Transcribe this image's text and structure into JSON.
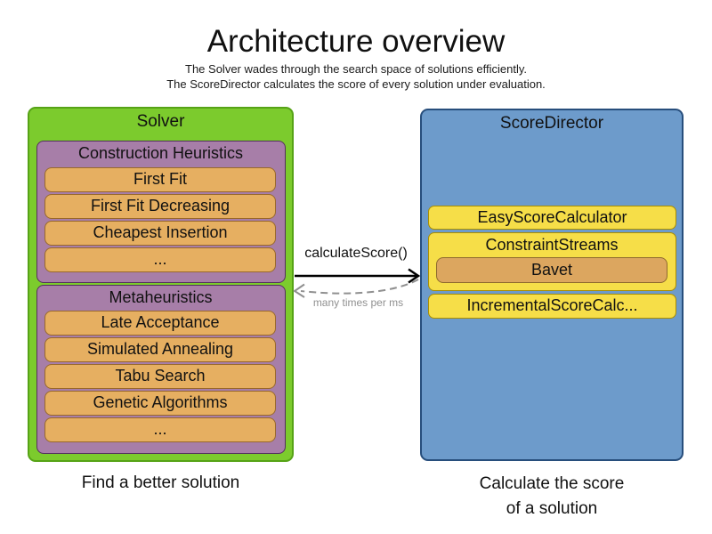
{
  "title": "Architecture overview",
  "subtitle": [
    "The Solver wades through the search space of solutions efficiently.",
    "The ScoreDirector calculates the score of every solution under evaluation."
  ],
  "solver": {
    "label": "Solver",
    "caption": "Find a better solution",
    "construction_heuristics": {
      "label": "Construction Heuristics",
      "items": [
        "First Fit",
        "First Fit Decreasing",
        "Cheapest Insertion",
        "..."
      ]
    },
    "metaheuristics": {
      "label": "Metaheuristics",
      "items": [
        "Late Acceptance",
        "Simulated Annealing",
        "Tabu Search",
        "Genetic Algorithms",
        "..."
      ]
    }
  },
  "score_director": {
    "label": "ScoreDirector",
    "caption_line1": "Calculate the score",
    "caption_line2": "of a solution",
    "calculators": [
      "EasyScoreCalculator",
      "ConstraintStreams",
      "IncrementalScoreCalc..."
    ],
    "constraint_streams_impl": "Bavet"
  },
  "arrow": {
    "call_label": "calculateScore()",
    "frequency_label": "many times per ms"
  },
  "colors": {
    "green": "#7ccb2d",
    "green_border": "#56a316",
    "purple": "#a77ea8",
    "purple_border": "#54305e",
    "orange": "#e6af61",
    "orange_border": "#99682b",
    "blue": "#6d9bcb",
    "blue_border": "#274e7c",
    "yellow": "#f6de48",
    "yellow_border": "#aa8e00",
    "tan": "#dca65f",
    "tan_border": "#8e6a2e",
    "gray": "#909090"
  }
}
